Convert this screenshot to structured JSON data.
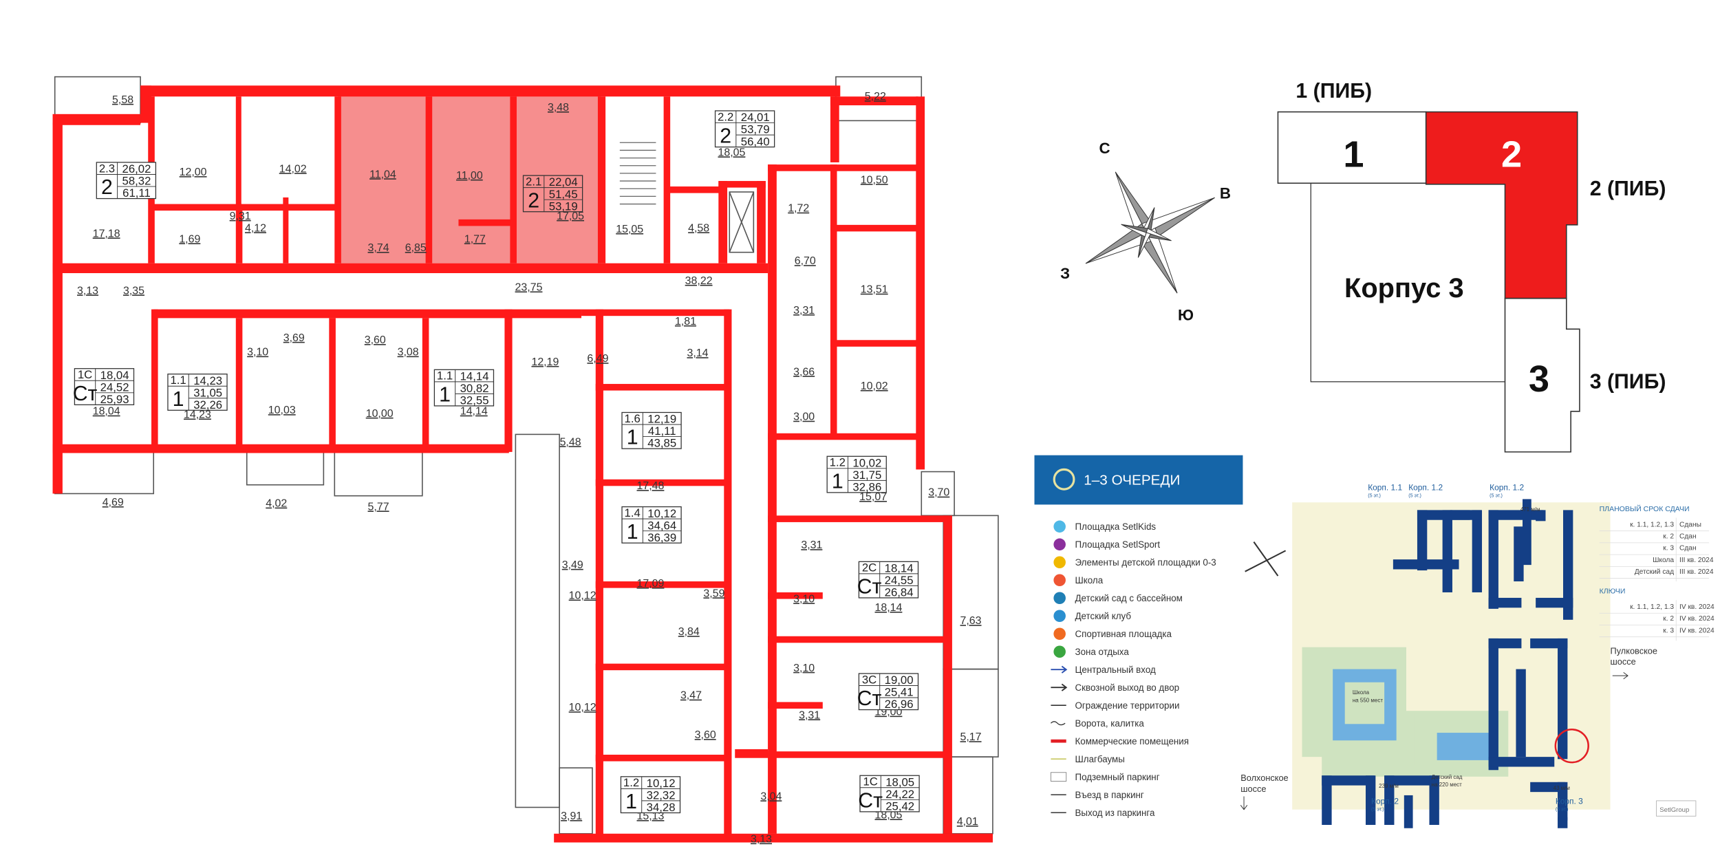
{
  "colors": {
    "wall": "#ff1a1a",
    "highlight": "#f47a7a",
    "legend_header": "#1565a8",
    "building_blue": "#143f86"
  },
  "apartments": [
    {
      "code": "2.3",
      "living": "26,02",
      "rooms": "2",
      "total": "58,32",
      "total_b": "61,11"
    },
    {
      "code": "2.1",
      "living": "22,04",
      "rooms": "2",
      "total": "51,45",
      "total_b": "53,19",
      "highlighted": true
    },
    {
      "code": "2.2",
      "living": "24,01",
      "rooms": "2",
      "total": "53,79",
      "total_b": "56,40"
    },
    {
      "code": "1С",
      "living": "18,04",
      "rooms": "Ст",
      "total": "24,52",
      "total_b": "25,93"
    },
    {
      "code": "1.1",
      "living": "14,23",
      "rooms": "1",
      "total": "31,05",
      "total_b": "32,26"
    },
    {
      "code": "1.1",
      "living": "14,14",
      "rooms": "1",
      "total": "30,82",
      "total_b": "32,55"
    },
    {
      "code": "1.6",
      "living": "12,19",
      "rooms": "1",
      "total": "41,11",
      "total_b": "43,85"
    },
    {
      "code": "1.4",
      "living": "10,12",
      "rooms": "1",
      "total": "34,64",
      "total_b": "36,39"
    },
    {
      "code": "1.2",
      "living": "10,02",
      "rooms": "1",
      "total": "31,75",
      "total_b": "32,86"
    },
    {
      "code": "2С",
      "living": "18,14",
      "rooms": "Ст",
      "total": "24,55",
      "total_b": "26,84"
    },
    {
      "code": "3С",
      "living": "19,00",
      "rooms": "Ст",
      "total": "25,41",
      "total_b": "26,96"
    },
    {
      "code": "1.2",
      "living": "10,12",
      "rooms": "1",
      "total": "32,32",
      "total_b": "34,28"
    },
    {
      "code": "1С",
      "living": "18,05",
      "rooms": "Ст",
      "total": "24,22",
      "total_b": "25,42"
    }
  ],
  "rooms": [
    "5,58",
    "12,00",
    "14,02",
    "11,04",
    "11,00",
    "3,48",
    "17,18",
    "9,31",
    "4,12",
    "1,69",
    "3,74",
    "6,85",
    "1,77",
    "17,05",
    "15,05",
    "4,58",
    "18,05",
    "5,22",
    "10,50",
    "1,72",
    "6,70",
    "13,51",
    "3,31",
    "3,66",
    "10,02",
    "3,00",
    "15,07",
    "3,70",
    "3,31",
    "18,14",
    "3,10",
    "7,63",
    "3,10",
    "19,00",
    "3,31",
    "5,17",
    "3,04",
    "3,13",
    "18,05",
    "4,01",
    "15,13",
    "3,91",
    "10,12",
    "3,60",
    "3,47",
    "10,12",
    "3,84",
    "3,59",
    "3,49",
    "17,09",
    "5,48",
    "17,48",
    "6,49",
    "3,14",
    "1,81",
    "12,19",
    "38,22",
    "23,75",
    "3,13",
    "3,35",
    "3,10",
    "3,69",
    "3,60",
    "3,08",
    "18,04",
    "14,23",
    "10,03",
    "10,00",
    "14,14",
    "4,69",
    "4,02",
    "5,77"
  ],
  "compass": {
    "north": "С",
    "east": "В",
    "west": "З",
    "south": "Ю"
  },
  "building_scheme": {
    "section1_entrance": "1 (ПИБ)",
    "section1": "1",
    "section2": "2",
    "section2_entrance": "2 (ПИБ)",
    "building_name": "Корпус 3",
    "section3": "3",
    "section3_entrance": "3 (ПИБ)"
  },
  "legend": {
    "title": "1–3 ОЧЕРЕДИ",
    "items": [
      {
        "icon": "playground-setlkids-icon",
        "color": "#4fb8e6",
        "label": "Площадка SetlKids"
      },
      {
        "icon": "setlsport-icon",
        "color": "#8b2f9c",
        "label": "Площадка SetlSport"
      },
      {
        "icon": "kids-elements-icon",
        "color": "#f0b800",
        "label": "Элементы детской площадки 0-3"
      },
      {
        "icon": "school-icon",
        "color": "#ef5533",
        "label": "Школа"
      },
      {
        "icon": "kindergarten-icon",
        "color": "#1f7fb5",
        "label": "Детский сад с бассейном"
      },
      {
        "icon": "kids-club-icon",
        "color": "#2a8fd0",
        "label": "Детский клуб"
      },
      {
        "icon": "sports-ground-icon",
        "color": "#f06a20",
        "label": "Спортивная площадка"
      },
      {
        "icon": "rest-zone-icon",
        "color": "#3aa640",
        "label": "Зона отдыха"
      },
      {
        "icon": "main-entrance-arrow-icon",
        "color": "#2a4fb0",
        "label": "Центральный вход"
      },
      {
        "icon": "through-exit-arrow-icon",
        "color": "#333333",
        "label": "Сквозной выход во двор"
      },
      {
        "icon": "fence-line-icon",
        "color": "#333333",
        "label": "Ограждение территории"
      },
      {
        "icon": "gate-icon",
        "color": "#333333",
        "label": "Ворота, калитка"
      },
      {
        "icon": "commercial-line-icon",
        "color": "#e31e24",
        "label": "Коммерческие помещения"
      },
      {
        "icon": "barrier-icon",
        "color": "#c8c860",
        "label": "Шлагбаумы"
      },
      {
        "icon": "underground-parking-icon",
        "color": "#888888",
        "label": "Подземный паркинг"
      },
      {
        "icon": "parking-entry-icon",
        "color": "#333333",
        "label": "Въезд в паркинг"
      },
      {
        "icon": "parking-exit-icon",
        "color": "#333333",
        "label": "Выход из паркинга"
      }
    ]
  },
  "site_map": {
    "buildings": [
      {
        "name": "Корп. 1.1",
        "floors": "(5 эт.)"
      },
      {
        "name": "Корп. 1.2",
        "floors": "(5 эт.)"
      },
      {
        "name": "Корп. 1.2",
        "floors": "(5 эт.)"
      },
      {
        "name": "Корп. 2",
        "floors": "(5 эт.)"
      },
      {
        "name": "Корп. 3",
        "floors": "(5 эт.)"
      }
    ],
    "school": [
      "Школа",
      "на 550 мест"
    ],
    "kindergarten": [
      "Детский сад",
      "на 220 мест"
    ],
    "parking": [
      "471 м/м",
      "239 м/м",
      "43 м/м"
    ],
    "road_east": [
      "Пулковское",
      "шоссе"
    ],
    "road_west": [
      "Волхонское",
      "шоссе"
    ],
    "logo": "SetlGroup"
  },
  "schedule": {
    "delivery_title": "ПЛАНОВЫЙ СРОК СДАЧИ",
    "delivery": [
      [
        "к. 1.1, 1.2, 1.3",
        "Сданы"
      ],
      [
        "к. 2",
        "Сдан"
      ],
      [
        "к. 3",
        "Сдан"
      ],
      [
        "Школа",
        "III кв. 2024"
      ],
      [
        "Детский сад",
        "III кв. 2024"
      ]
    ],
    "keys_title": "КЛЮЧИ",
    "keys": [
      [
        "к. 1.1, 1.2, 1.3",
        "IV кв. 2024"
      ],
      [
        "к. 2",
        "IV кв. 2024"
      ],
      [
        "к. 3",
        "IV кв. 2024"
      ]
    ]
  }
}
